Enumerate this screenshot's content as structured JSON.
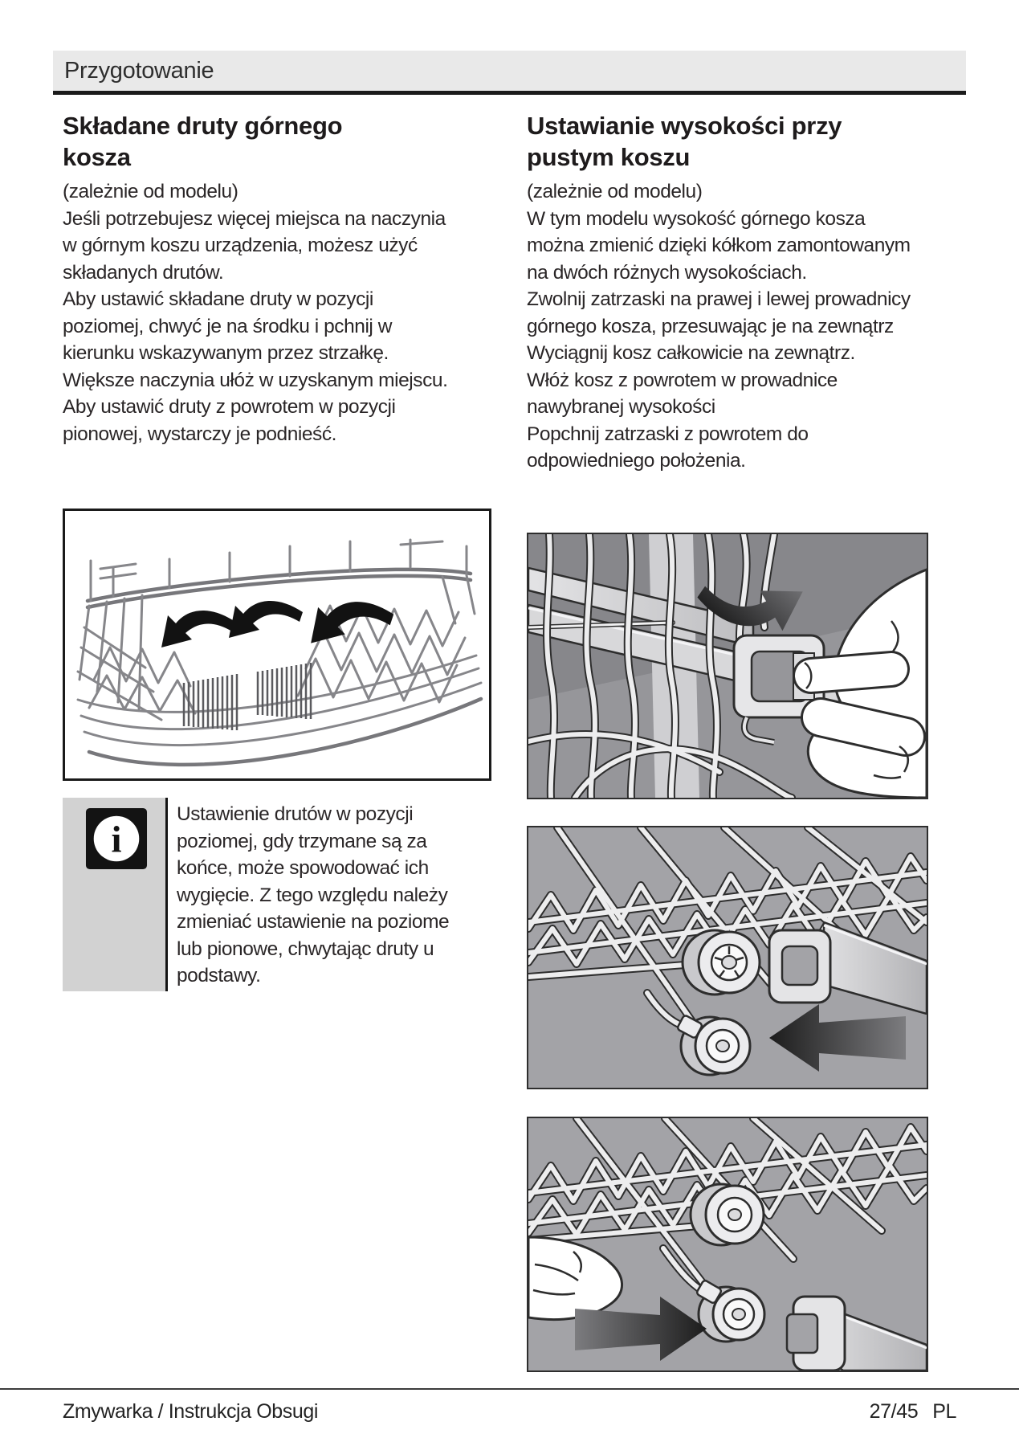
{
  "page": {
    "section_header": "Przygotowanie",
    "footer_doc_title": "Zmywarka / Instrukcja Obsugi",
    "page_number": "27/45",
    "language": "PL"
  },
  "left": {
    "heading": "Składane druty górnego\nkosza",
    "body": "(zależnie od modelu)\nJeśli potrzebujesz więcej miejsca na naczynia\nw górnym koszu urządzenia, możesz użyć\nskładanych drutów.\nAby ustawić składane druty w pozycji\npoziomej, chwyć je na środku i pchnij w\nkierunku wskazywanym przez strzałkę.\nWiększe naczynia ułóż w uzyskanym miejscu.\nAby ustawić druty z powrotem w pozycji\npionowej, wystarczy je podnieść.",
    "note": "Ustawienie drutów w pozycji\npoziomej, gdy trzymane są za\nkońce, może spowodować ich\nwygięcie. Z tego względu należy\nzmieniać ustawienie na poziome\nlub pionowe, chwytając druty u\npodstawy."
  },
  "right": {
    "heading": "Ustawianie wysokości przy\npustym koszu",
    "body": "(zależnie od modelu)\nW tym modelu wysokość górnego kosza\nmożna zmienić dzięki kółkom  zamontowanym\nna dwóch różnych wysokościach.\nZwolnij zatrzaski na prawej i lewej prowadnicy\ngórnego kosza, przesuwając je na zewnątrz\nWyciągnij kosz  całkowicie na zewnątrz.\nWłóż kosz z powrotem w  prowadnice\nnawybranej wysokości\nPopchnij zatrzaski z powrotem do\nodpowiedniego położenia."
  },
  "icons": {
    "info_glyph": "i"
  },
  "colors": {
    "band_bg": "#e9e9e9",
    "text": "#231f20",
    "rule": "#1a1a1a",
    "note_bg": "#d2d2d2",
    "figure_gray_bg": "#a3a3a7"
  }
}
